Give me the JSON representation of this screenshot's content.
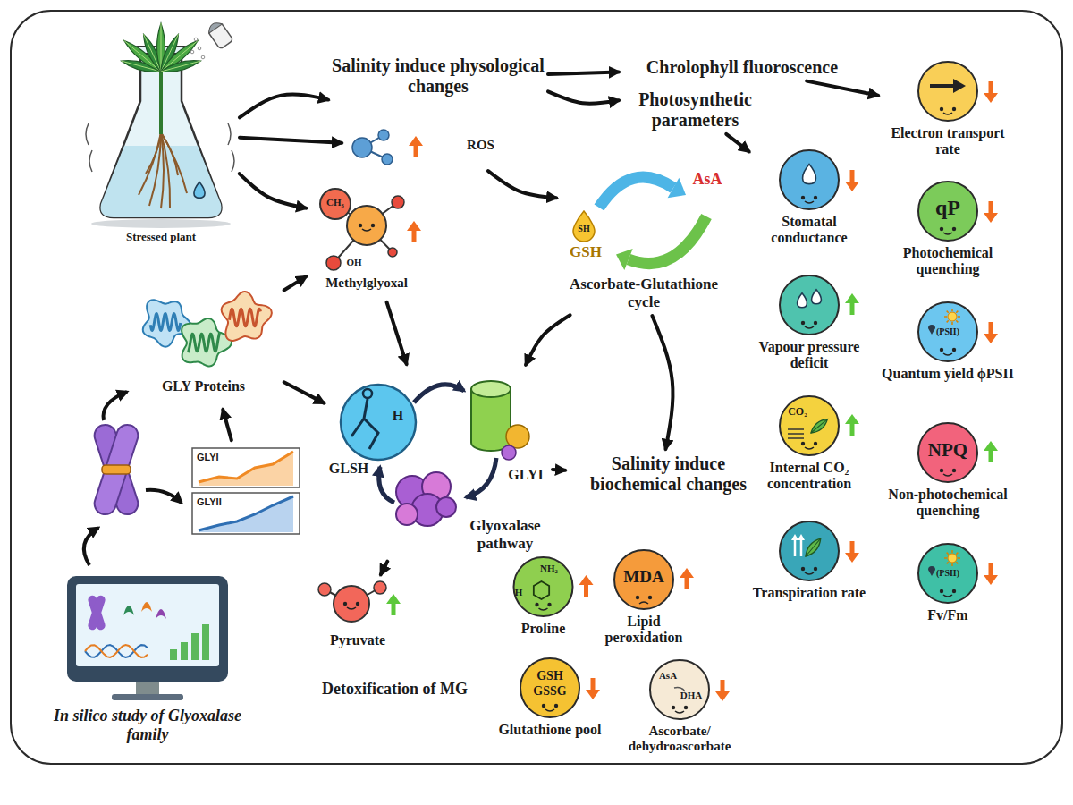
{
  "diagram": {
    "nodes": [
      {
        "text": [
          "Stressed plant"
        ]
      },
      {
        "text": [
          "Salinity induce physological changes"
        ]
      },
      {
        "text": [
          "Chrolophyll fluoroscence"
        ]
      },
      {
        "text": [
          "Photosynthetic parameters"
        ]
      },
      {
        "text": [
          "ROS"
        ]
      },
      {
        "text": [
          "CH₃",
          "OH",
          "Methylglyoxal"
        ]
      },
      {
        "text": [
          "AsA",
          "SH",
          "GSH",
          "Ascorbate-Glutathione cycle"
        ]
      },
      {
        "text": [
          "GLY Proteins"
        ]
      },
      {
        "text": [
          "H",
          "GLYI",
          "GLSH",
          "Glyoxalase pathway"
        ]
      },
      {
        "text": [
          "Salinity induce biochemical changes"
        ]
      },
      {
        "text": [
          "Pyruvate"
        ]
      },
      {
        "text": [
          "GLYI",
          "GLYII"
        ]
      },
      {
        "text": [
          "In silico study of Glyoxalase family"
        ]
      },
      {
        "text": [
          "NH₂",
          "H",
          "Proline"
        ]
      },
      {
        "text": [
          "MDA",
          "Lipid peroxidation"
        ]
      },
      {
        "text": [
          "GSH",
          "GSSG",
          "Glutathione pool"
        ]
      },
      {
        "text": [
          "AsA",
          "DHA",
          "Ascorbate/ dehydroascorbate"
        ]
      },
      {
        "text": [
          "Stomatal conductance"
        ]
      },
      {
        "text": [
          "Vapour pressure deficit"
        ]
      },
      {
        "text": [
          "CO₂",
          "Internal CO₂ concentration"
        ]
      },
      {
        "text": [
          "Transpiration rate"
        ]
      },
      {
        "text": [
          "Electron transport rate"
        ]
      },
      {
        "text": [
          "qP",
          "Photochemical quenching"
        ]
      },
      {
        "text": [
          "(PSII)",
          "Quantum yield ϕPSII"
        ]
      },
      {
        "text": [
          "NPQ",
          "Non-photochemical quenching"
        ]
      },
      {
        "text": [
          "(PSII)",
          "Fv/Fm"
        ]
      }
    ],
    "edges": [
      {
        "from": 0,
        "to": 1,
        "arrow": "to"
      },
      {
        "from": 0,
        "to": 4,
        "arrow": "to"
      },
      {
        "from": 0,
        "to": 5,
        "arrow": "to"
      },
      {
        "from": 1,
        "to": 2,
        "arrow": "to"
      },
      {
        "from": 1,
        "to": 3,
        "arrow": "to"
      },
      {
        "from": 2,
        "to": 21,
        "arrow": "to"
      },
      {
        "from": 3,
        "to": 17,
        "arrow": "to"
      },
      {
        "from": 4,
        "to": 6,
        "arrow": "to"
      },
      {
        "from": 6,
        "to": 8,
        "arrow": "to"
      },
      {
        "from": 6,
        "to": 9,
        "arrow": "to"
      },
      {
        "from": 8,
        "to": 9,
        "arrow": "to"
      },
      {
        "from": 5,
        "to": 8,
        "arrow": "to"
      },
      {
        "from": 7,
        "to": 5,
        "arrow": "to"
      },
      {
        "from": 7,
        "to": 8,
        "arrow": "to"
      },
      {
        "from": 8,
        "to": 10,
        "arrow": "to"
      },
      {
        "from": 11,
        "to": 7,
        "arrow": "to"
      }
    ],
    "labels": [
      "Detoxification of MG"
    ]
  }
}
